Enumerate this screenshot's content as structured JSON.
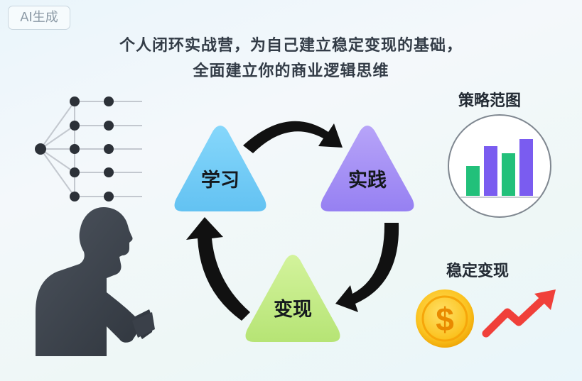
{
  "badge": "AI生成",
  "title": {
    "line1": "个人闭环实战营，为自己建立稳定变现的基础，",
    "line2": "全面建立你的商业逻辑思维"
  },
  "cycle": {
    "learn": "学习",
    "practice": "实践",
    "monetize": "变现"
  },
  "strategy": {
    "title": "策略范图",
    "bar_colors": [
      "#22c07a",
      "#7a5cf0",
      "#22c07a",
      "#7a5cf0"
    ],
    "bar_levels": [
      0.42,
      0.7,
      0.6,
      0.8
    ]
  },
  "stable": {
    "title": "稳定变现",
    "coin_symbol": "$"
  },
  "colors": {
    "learn": "#72cdf7",
    "practice": "#a58ff5",
    "monetize": "#c3ec86",
    "arrow": "#111111",
    "growth_arrow": "#f0403a"
  }
}
